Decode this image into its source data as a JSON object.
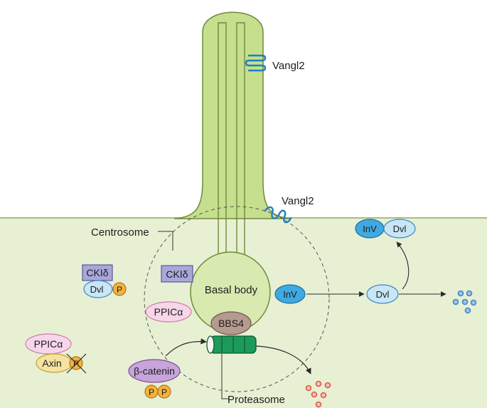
{
  "labels": {
    "vangl2_top": "Vangl2",
    "vangl2_mid": "Vangl2",
    "centrosome": "Centrosome",
    "basal_body": "Basal body",
    "bbs4": "BBS4",
    "proteasome": "Proteasome"
  },
  "proteins": {
    "ckid_outer": "CKIδ",
    "ckid_inner": "CKIδ",
    "dvl_left": "Dvl",
    "p_left": "P",
    "ppic_inner": "PPICα",
    "ppic_outer": "PPICα",
    "axin": "Axin",
    "p_axin": "P",
    "beta_catenin": "β-catenin",
    "p1": "P",
    "p2": "P",
    "inv_center": "InV",
    "dvl_center": "Dvl",
    "inv_top": "InV",
    "dvl_top": "Dvl"
  },
  "colors": {
    "cell": "#e8f0d4",
    "cilium": "#c6df8e",
    "cilium_stroke": "#6d8a3a",
    "basal_body": "#d8eab0",
    "vangl2": "#1f7fc0",
    "ckid": "#a9a7d8",
    "dvl": "#c8e6f5",
    "inv": "#3fa9e0",
    "ppic": "#f7d6ea",
    "axin": "#f6e3a0",
    "phospho": "#f3b23d",
    "beta_catenin": "#c7a4d9",
    "bbs4": "#b59a8e",
    "proteasome": "#1d9a5a",
    "red_dots": "#e2583e",
    "blue_dots": "#3f86c6"
  }
}
